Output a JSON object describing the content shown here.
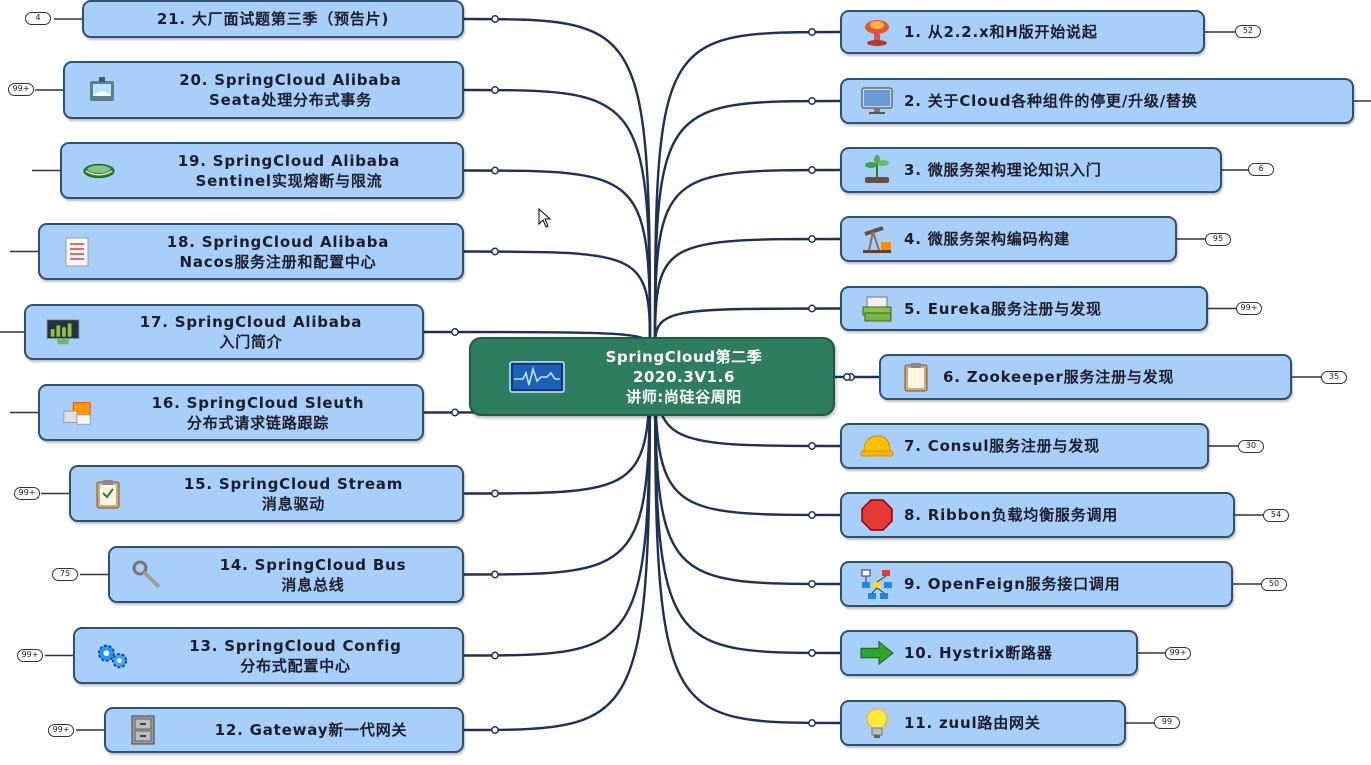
{
  "center": {
    "line1": "SpringCloud第二季",
    "line2": "2020.3V1.6",
    "line3": "讲师:尚硅谷周阳",
    "icon": "monitor-chart-icon"
  },
  "right_nodes": [
    {
      "label": "1. 从2.2.x和H版开始说起",
      "badge": "52",
      "icon": "explosion-icon"
    },
    {
      "label": "2. 关于Cloud各种组件的停更/升级/替换",
      "badge": "",
      "icon": "monitor-icon"
    },
    {
      "label": "3. 微服务架构理论知识入门",
      "badge": "6",
      "icon": "plant-icon"
    },
    {
      "label": "4. 微服务架构编码构建",
      "badge": "95",
      "icon": "oil-pump-icon"
    },
    {
      "label": "5. Eureka服务注册与发现",
      "badge": "99+",
      "icon": "money-icon"
    },
    {
      "label": "6. Zookeeper服务注册与发现",
      "badge": "35",
      "icon": "clipboard-icon"
    },
    {
      "label": "7. Consul服务注册与发现",
      "badge": "30",
      "icon": "hard-hat-icon"
    },
    {
      "label": "8. Ribbon负载均衡服务调用",
      "badge": "54",
      "icon": "stop-sign-icon"
    },
    {
      "label": "9. OpenFeign服务接口调用",
      "badge": "50",
      "icon": "flowchart-icon"
    },
    {
      "label": "10. Hystrix断路器",
      "badge": "99+",
      "icon": "arrow-right-icon"
    },
    {
      "label": "11. zuul路由网关",
      "badge": "99",
      "icon": "lightbulb-icon"
    }
  ],
  "left_nodes": [
    {
      "line1": "21. 大厂面试题第三季（预告片)",
      "line2": "",
      "badge": "4",
      "icon": ""
    },
    {
      "line1": "20. SpringCloud Alibaba",
      "line2": "Seata处理分布式事务",
      "badge": "99+",
      "icon": "seata-icon"
    },
    {
      "line1": "19. SpringCloud Alibaba",
      "line2": "Sentinel实现熔断与限流",
      "badge": "",
      "icon": "sentinel-icon"
    },
    {
      "line1": "18. SpringCloud Alibaba",
      "line2": "Nacos服务注册和配置中心",
      "badge": "",
      "icon": "checklist-icon"
    },
    {
      "line1": "17. SpringCloud Alibaba",
      "line2": "入门简介",
      "badge": "",
      "icon": "bar-chart-icon"
    },
    {
      "line1": "16. SpringCloud Sleuth",
      "line2": "分布式请求链路跟踪",
      "badge": "",
      "icon": "boxes-icon"
    },
    {
      "line1": "15. SpringCloud Stream",
      "line2": "消息驱动",
      "badge": "99+",
      "icon": "clipboard-check-icon"
    },
    {
      "line1": "14. SpringCloud Bus",
      "line2": "消息总线",
      "badge": "75",
      "icon": "wrench-icon"
    },
    {
      "line1": "13. SpringCloud Config",
      "line2": "分布式配置中心",
      "badge": "99+",
      "icon": "gears-icon"
    },
    {
      "line1": "12. Gateway新一代网关",
      "line2": "",
      "badge": "99+",
      "icon": "cabinet-icon"
    }
  ],
  "colors": {
    "node_fill": "#a8cffa",
    "node_border": "#2f4f73",
    "center_fill": "#2e7d60",
    "wire": "#1f2f55"
  }
}
